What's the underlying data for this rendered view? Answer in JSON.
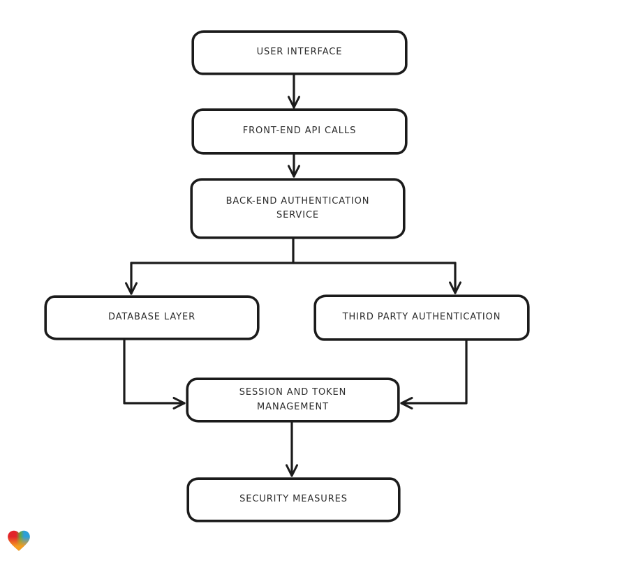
{
  "app": {
    "background_color": "#ffffff"
  },
  "diagram": {
    "type": "flowchart",
    "style": "hand-drawn",
    "stroke_color": "#1b1b1b",
    "node_fill": "#ffffff",
    "nodes": [
      {
        "id": "user-interface",
        "label": "USER INTERFACE"
      },
      {
        "id": "front-end-api-calls",
        "label": "FRONT-END API CALLS"
      },
      {
        "id": "back-end-authentication-service",
        "label": "BACK-END AUTHENTICATION SERVICE"
      },
      {
        "id": "database-layer",
        "label": "DATABASE LAYER"
      },
      {
        "id": "third-party-authentication",
        "label": "THIRD PARTY AUTHENTICATION"
      },
      {
        "id": "session-and-token-management",
        "label": "SESSION AND TOKEN MANAGEMENT"
      },
      {
        "id": "security-measures",
        "label": "SECURITY MEASURES"
      }
    ],
    "edges": [
      {
        "from": "user-interface",
        "to": "front-end-api-calls"
      },
      {
        "from": "front-end-api-calls",
        "to": "back-end-authentication-service"
      },
      {
        "from": "back-end-authentication-service",
        "to": "database-layer"
      },
      {
        "from": "back-end-authentication-service",
        "to": "third-party-authentication"
      },
      {
        "from": "database-layer",
        "to": "session-and-token-management"
      },
      {
        "from": "third-party-authentication",
        "to": "session-and-token-management"
      },
      {
        "from": "session-and-token-management",
        "to": "security-measures"
      }
    ]
  },
  "logo": {
    "name": "gradient-heart-logo",
    "colors": {
      "red": "#e2252b",
      "green": "#67a63c",
      "blue": "#2d9fd8",
      "orange": "#f59d20"
    }
  }
}
